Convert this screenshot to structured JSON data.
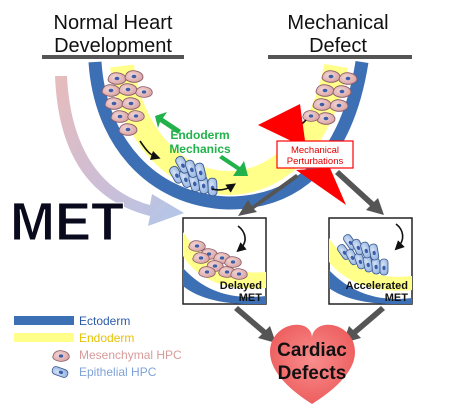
{
  "headers": {
    "left": {
      "line1": "Normal Heart",
      "line2": "Development"
    },
    "right": {
      "line1": "Mechanical",
      "line2": "Defect"
    }
  },
  "labels": {
    "endoderm_mechanics": {
      "line1": "Endoderm",
      "line2": "Mechanics"
    },
    "mechanical_perturbations": {
      "line1": "Mechanical",
      "line2": "Perturbations"
    },
    "met": "MET",
    "delayed": {
      "line1": "Delayed",
      "line2": "MET"
    },
    "accelerated": {
      "line1": "Accelerated",
      "line2": "MET"
    },
    "outcome": {
      "line1": "Cardiac",
      "line2": "Defects"
    }
  },
  "legend": [
    {
      "label": "Ectoderm",
      "color": "#3d6fb5",
      "text_color": "#2b5ba6",
      "icon": "ectoderm-swatch"
    },
    {
      "label": "Endoderm",
      "color": "#ffff8a",
      "text_color": "#e6c200",
      "icon": "endoderm-swatch"
    },
    {
      "label": "Mesenchymal HPC",
      "color": "#e8b8b8",
      "text_color": "#d99a9a",
      "icon": "mesenchymal-cell-icon"
    },
    {
      "label": "Epithelial HPC",
      "color": "#aac4ea",
      "text_color": "#7fa3d8",
      "icon": "epithelial-cell-icon"
    }
  ],
  "colors": {
    "ectoderm": "#3d6fb5",
    "endoderm": "#ffff8a",
    "mesenchymal": "#e8b8b8",
    "epithelial": "#aac4ea",
    "mechanics_arrow": "#22b24c",
    "perturbation": "#ff0000",
    "heart": "#f26b6b",
    "met_text": "#0a0a1e"
  }
}
